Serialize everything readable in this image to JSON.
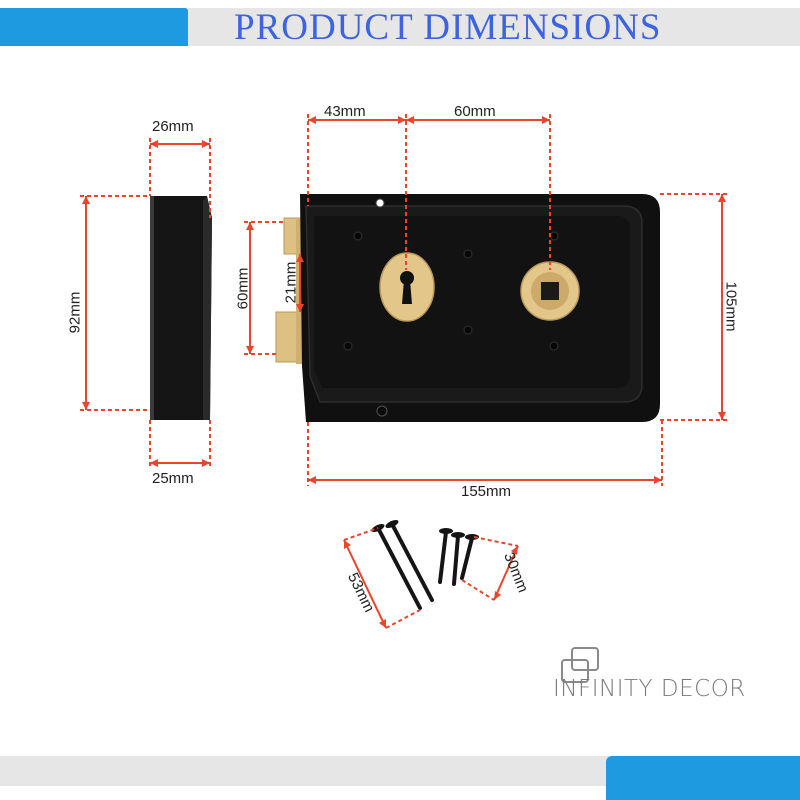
{
  "header": {
    "title": "PRODUCT DIMENSIONS"
  },
  "dimensions": {
    "side_top_width": "26mm",
    "side_height": "92mm",
    "side_bottom_width": "25mm",
    "keyhole_offset": "43mm",
    "keyhole_to_knob": "60mm",
    "bolt_height": "60mm",
    "bolt_gap": "21mm",
    "body_height": "105mm",
    "body_width": "155mm",
    "long_screw": "53mm",
    "short_screw": "30mm"
  },
  "brand": {
    "name": "INFINITY DECOR"
  },
  "colors": {
    "accent_blue": "#1e9be0",
    "title_blue": "#3d63e0",
    "dimension_red": "#e8452c",
    "lock_body": "#111111",
    "brass": "#e3c78a"
  }
}
